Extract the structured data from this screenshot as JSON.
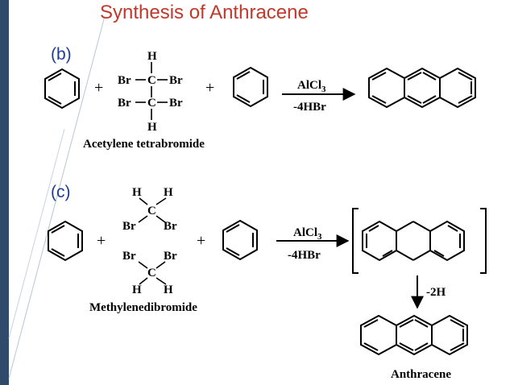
{
  "title": "Synthesis of Anthracene",
  "colors": {
    "title": "#c0392b",
    "part_label": "#1f3b99",
    "side_bar": "#2f4a6b"
  },
  "part_b": {
    "label": "(b)",
    "plus_1": "+",
    "plus_2": "+",
    "atoms": {
      "h_top": "H",
      "h_bottom": "H",
      "c_1": "C",
      "c_2": "C",
      "br_ul": "Br",
      "br_ur": "Br",
      "br_ll": "Br",
      "br_lr": "Br"
    },
    "reagent_name": "Acetylene tetrabromide",
    "catalyst": "AlCl",
    "catalyst_sub": "3",
    "byproduct": "-4HBr"
  },
  "part_c": {
    "label": "(c)",
    "plus_1": "+",
    "plus_2": "+",
    "atoms": {
      "h1": "H",
      "h2": "H",
      "c_top": "C",
      "br1": "Br",
      "br2": "Br",
      "br3": "Br",
      "br4": "Br",
      "c_bottom": "C",
      "h3": "H",
      "h4": "H"
    },
    "reagent_name": "Methylenedibromide",
    "catalyst": "AlCl",
    "catalyst_sub": "3",
    "byproduct": "-4HBr",
    "oxidation": "-2H",
    "product_name": "Anthracene"
  }
}
